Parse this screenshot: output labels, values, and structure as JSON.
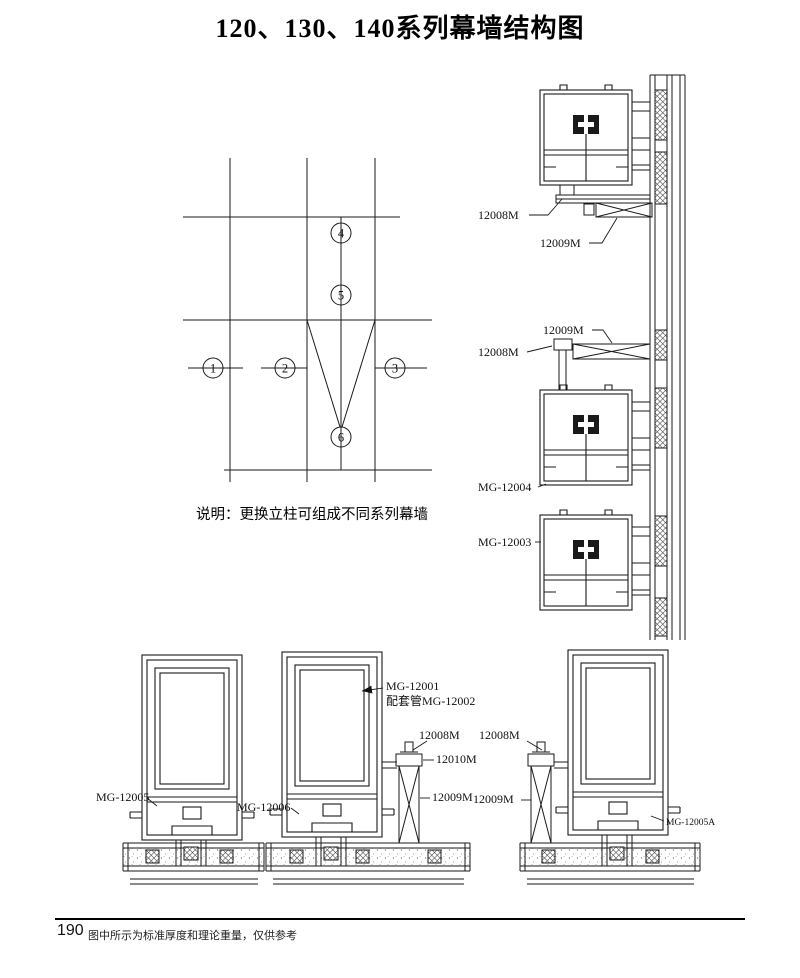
{
  "page": {
    "title": "120、130、140系列幕墙结构图",
    "note": "说明：更换立柱可组成不同系列幕墙",
    "footer_page": "190",
    "footer_note": "图中所示为标准厚度和理论重量，仅供参考"
  },
  "grid": {
    "markers": [
      "1",
      "2",
      "3",
      "4",
      "5",
      "6"
    ]
  },
  "labels": {
    "d1_12008M": "12008M",
    "d1_12009M": "12009M",
    "d2_12009M": "12009M",
    "d2_12008M": "12008M",
    "mg12004": "MG-12004",
    "mg12003": "MG-12003",
    "mg12001": "MG-12001",
    "mg12002": "配套管MG-12002",
    "b_12008M_left": "12008M",
    "b_12008M_right": "12008M",
    "b_12010M": "12010M",
    "b_12009M_left": "12009M",
    "b_12009M_right": "12009M",
    "mg12005": "MG-12005",
    "mg12006": "MG-12006",
    "mg12005a": "MG-12005A"
  },
  "colors": {
    "ink": "#1a1a1a",
    "paper": "#ffffff"
  }
}
